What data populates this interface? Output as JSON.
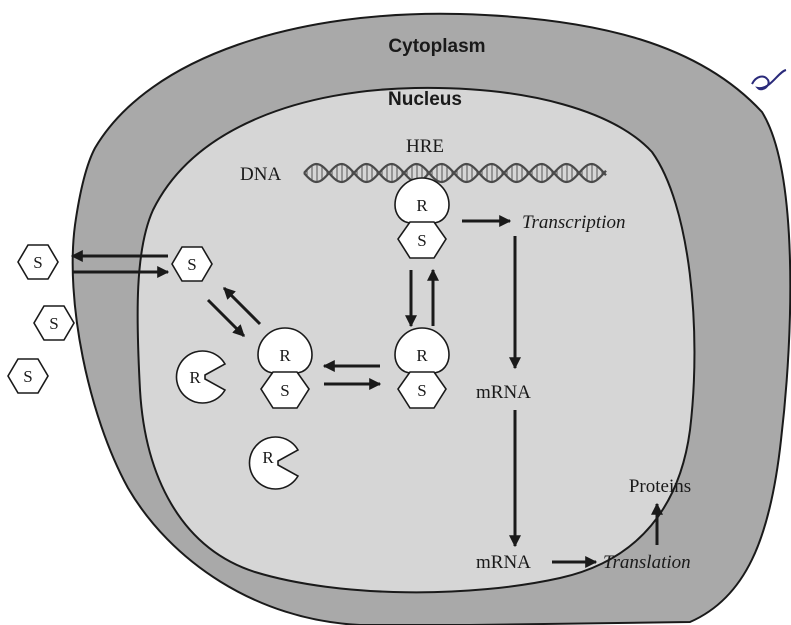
{
  "labels": {
    "cytoplasm": "Cytoplasm",
    "nucleus": "Nucleus",
    "hre": "HRE",
    "dna": "DNA",
    "transcription": "Transcription",
    "mrna_nucleus": "mRNA",
    "mrna_cytoplasm": "mRNA",
    "translation": "Translation",
    "proteins": "Proteins"
  },
  "molecules": {
    "steroid": "S",
    "receptor": "R"
  },
  "colors": {
    "cytoplasm_fill": "#a9a9a9",
    "nucleus_fill": "#d6d6d6",
    "outline": "#1a1a1a",
    "background": "#ffffff"
  }
}
